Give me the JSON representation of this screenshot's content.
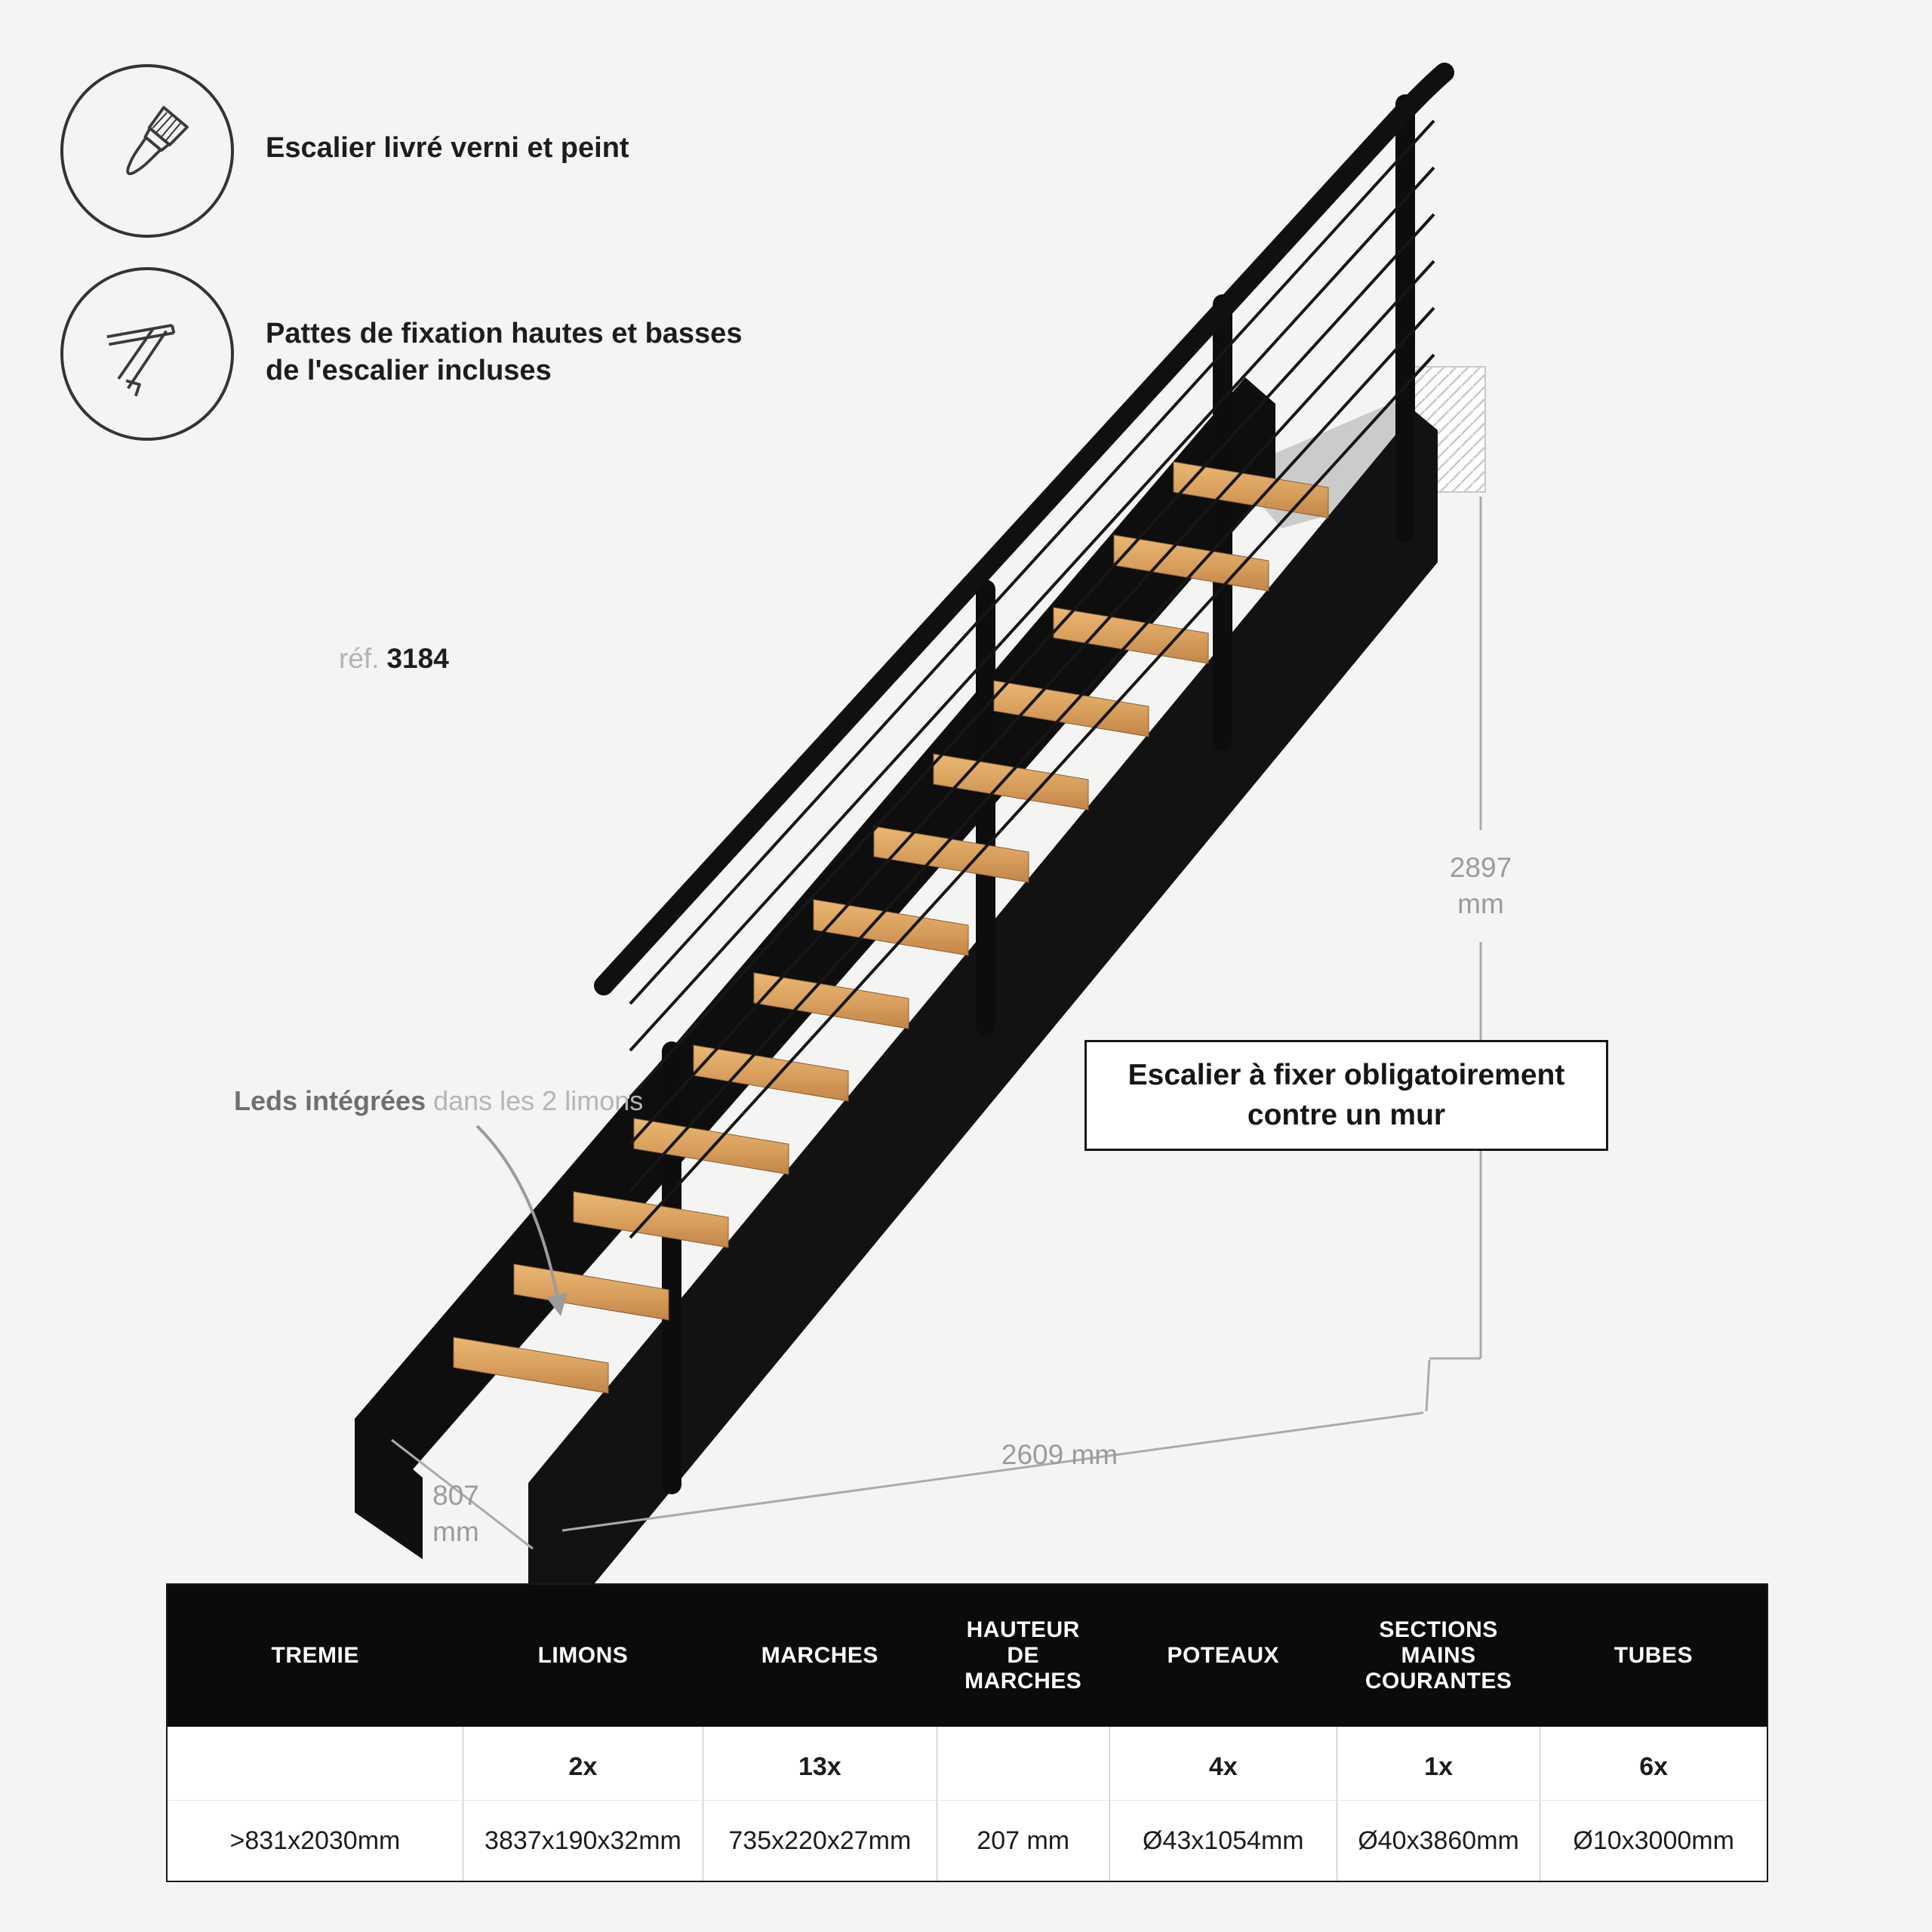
{
  "features": [
    {
      "icon": "paint-brush-icon",
      "label": "Escalier livré verni et peint"
    },
    {
      "icon": "fixation-bracket-icon",
      "label_line1": "Pattes de fixation hautes et basses",
      "label_line2": "de l'escalier incluses"
    }
  ],
  "reference": {
    "label": "réf.",
    "value": "3184"
  },
  "leds_note": {
    "bold": "Leds intégrées",
    "rest": " dans les 2 limons"
  },
  "dimensions": {
    "height": {
      "value": "2897",
      "unit": "mm"
    },
    "length": {
      "value": "2609 mm"
    },
    "width": {
      "value": "807",
      "unit": "mm"
    }
  },
  "warning_box": {
    "line1": "Escalier à fixer obligatoirement",
    "line2": "contre un mur"
  },
  "spec_table": {
    "columns": [
      {
        "header": "TREMIE",
        "qty": "",
        "value": ">831x2030mm"
      },
      {
        "header": "LIMONS",
        "qty": "2x",
        "value": "3837x190x32mm"
      },
      {
        "header": "MARCHES",
        "qty": "13x",
        "value": "735x220x27mm"
      },
      {
        "header": "HAUTEUR DE MARCHES",
        "qty": "",
        "value": "207 mm"
      },
      {
        "header": "POTEAUX",
        "qty": "4x",
        "value": "Ø43x1054mm"
      },
      {
        "header": "SECTIONS MAINS COURANTES",
        "qty": "1x",
        "value": "Ø40x3860mm"
      },
      {
        "header": "TUBES",
        "qty": "6x",
        "value": "Ø10x3000mm"
      }
    ]
  },
  "colors": {
    "stair_black": "#121212",
    "wood_light": "#e9b873",
    "wood_dark": "#c2854a",
    "dim_gray": "#9b9b9b",
    "table_header_bg": "#0b0b0b"
  }
}
